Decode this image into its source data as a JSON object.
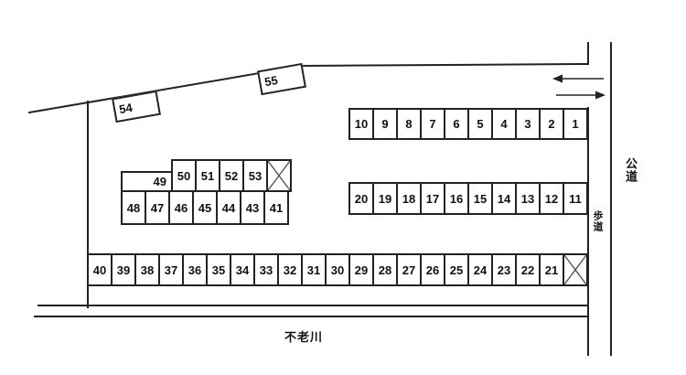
{
  "map": {
    "kind": "parking-lot-layout",
    "labels": {
      "public_road": "公道",
      "sidewalk": "歩道",
      "river": "不老川"
    },
    "spots": {
      "row_top": [
        "10",
        "9",
        "8",
        "7",
        "6",
        "5",
        "4",
        "3",
        "2",
        "1"
      ],
      "row_middle": [
        "20",
        "19",
        "18",
        "17",
        "16",
        "15",
        "14",
        "13",
        "12",
        "11"
      ],
      "row_bottom": [
        "40",
        "39",
        "38",
        "37",
        "36",
        "35",
        "34",
        "33",
        "32",
        "31",
        "30",
        "29",
        "28",
        "27",
        "26",
        "25",
        "24",
        "23",
        "22",
        "21"
      ],
      "spot49": "49",
      "cluster_upper": [
        "50",
        "51",
        "52",
        "53"
      ],
      "cluster_lower": [
        "48",
        "47",
        "46",
        "45",
        "44",
        "43",
        "41"
      ],
      "spot54": "54",
      "spot55": "55"
    },
    "icons": {
      "crossed_spot": "x-cross",
      "inbound_arrow": "arrow-left",
      "outbound_arrow": "arrow-right"
    },
    "colors": {
      "line": "#222222",
      "cross": "#555555",
      "background": "#ffffff"
    }
  }
}
